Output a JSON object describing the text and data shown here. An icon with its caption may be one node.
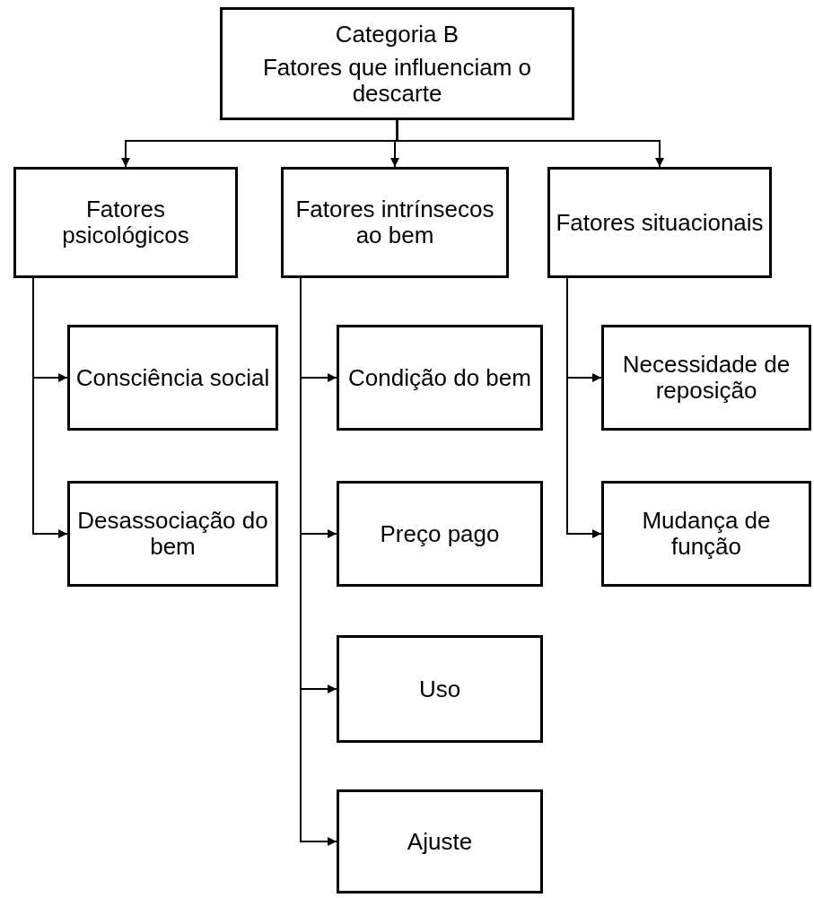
{
  "diagram": {
    "nodes": [
      {
        "text": [
          "Categoria B",
          "Fatores que influenciam o descarte"
        ]
      },
      {
        "text": [
          "Fatores psicológicos"
        ]
      },
      {
        "text": [
          "Fatores intrínsecos ao bem"
        ]
      },
      {
        "text": [
          "Fatores situacionais"
        ]
      },
      {
        "text": [
          "Consciência social"
        ]
      },
      {
        "text": [
          "Desassociação do bem"
        ]
      },
      {
        "text": [
          "Condição do bem"
        ]
      },
      {
        "text": [
          "Preço pago"
        ]
      },
      {
        "text": [
          "Uso"
        ]
      },
      {
        "text": [
          "Ajuste"
        ]
      },
      {
        "text": [
          "Necessidade de reposição"
        ]
      },
      {
        "text": [
          "Mudança de função"
        ]
      }
    ],
    "edges": [
      {
        "from": 0,
        "to": 1,
        "arrow": "to"
      },
      {
        "from": 0,
        "to": 2,
        "arrow": "to"
      },
      {
        "from": 0,
        "to": 3,
        "arrow": "to"
      },
      {
        "from": 1,
        "to": 4,
        "arrow": "to"
      },
      {
        "from": 1,
        "to": 5,
        "arrow": "to"
      },
      {
        "from": 2,
        "to": 6,
        "arrow": "to"
      },
      {
        "from": 2,
        "to": 7,
        "arrow": "to"
      },
      {
        "from": 2,
        "to": 8,
        "arrow": "to"
      },
      {
        "from": 2,
        "to": 9,
        "arrow": "to"
      },
      {
        "from": 3,
        "to": 10,
        "arrow": "to"
      },
      {
        "from": 3,
        "to": 11,
        "arrow": "to"
      }
    ]
  }
}
